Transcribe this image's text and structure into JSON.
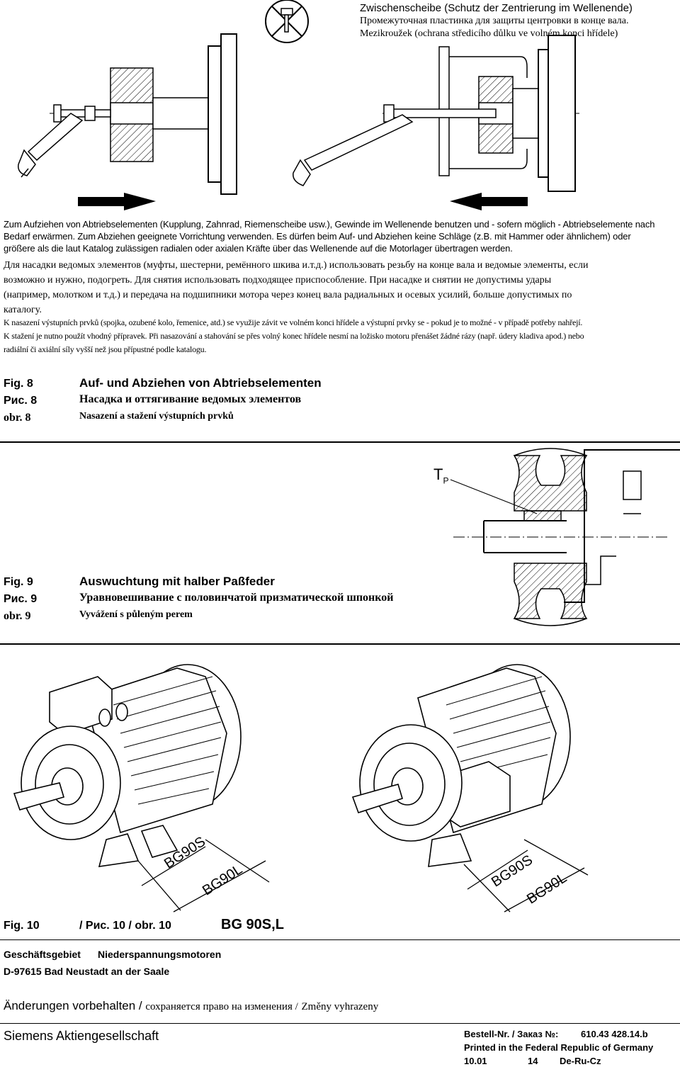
{
  "fig8_note": {
    "de": "Zwischenscheibe (Schutz der Zentrierung im Wellenende)",
    "ru": "Промежуточная пластинка для защиты центровки в конце вала.",
    "cz": "Mezikroužek (ochrana středicího důlku ve volném konci hřídele)"
  },
  "mount_text": {
    "de_line1": "Zum Aufziehen von Abtriebselementen (Kupplung, Zahnrad, Riemenscheibe usw.), Gewinde im Wellenende benutzen und - sofern möglich - Abtriebselemente nach",
    "de_line2": "Bedarf erwärmen. Zum Abziehen geeignete Vorrichtung verwenden. Es dürfen beim Auf- und Abziehen keine Schläge (z.B. mit Hammer oder ähnlichem) oder",
    "de_line3": "größere als die laut Katalog zulässigen radialen oder axialen Kräfte über das Wellenende auf die Motorlager übertragen werden.",
    "ru_line1": "Для насадки ведомых элементов (муфты, шестерни, ремённого шкива и.т.д.) использовать резьбу на конце вала и ведомые элементы, если",
    "ru_line2": "возможно и нужно, подогреть. Для снятия использовать подходящее приспособление. При насадке и снятии не допустимы удары",
    "ru_line3": "(например, молотком и т.д.) и передача на подшипники мотора через конец вала радиальных и осевых усилий, больше допустимых по",
    "ru_line4": "каталогу.",
    "cz_line1": "K nasazení výstupních prvků (spojka, ozubené kolo, řemenice, atd.) se využije závit ve volném konci hřídele a výstupní prvky se - pokud je to možné - v případě potřeby nahřejí.",
    "cz_line2": "K stažení je nutno použít vhodný přípravek. Při nasazování a stahování se přes volný konec hřídele nesmí na ložisko motoru přenášet žádné rázy (např. údery kladiva apod.) nebo",
    "cz_line3": "radiální či axiální síly vyšší než jsou přípustné podle katalogu."
  },
  "fig8": {
    "label_de": "Fig. 8",
    "label_ru": "Рис. 8",
    "label_cz": "obr. 8",
    "title_de": "Auf- und Abziehen von Abtriebselementen",
    "title_ru": "Насадка и оттягивание ведомых элементов",
    "title_cz": "Nasazení a stažení výstupních prvků"
  },
  "fig9": {
    "label_de": "Fig. 9",
    "label_ru": "Рис. 9",
    "label_cz": "obr. 9",
    "title_de": "Auswuchtung mit halber Paßfeder",
    "title_ru": "Уравновешивание с половинчатой призматической шпонкой",
    "title_cz": "Vyvážení s půleným perem",
    "tp_main": "T",
    "tp_sub": "P"
  },
  "fig10": {
    "motor_left_s": "BG90S",
    "motor_left_l": "BG90L",
    "motor_right_s": "BG90S",
    "motor_right_l": "BG90L",
    "label": "Fig. 10",
    "label_ru_cz": "/ Рис. 10 / obr.  10",
    "title": "BG 90S,L"
  },
  "footer": {
    "division_label": "Geschäftsgebiet",
    "division_value": "Niederspannungsmotoren",
    "address": "D-97615  Bad Neustadt  an  der  Saale",
    "changes_de": "Änderungen vorbehalten /",
    "changes_ru": "сохраняется право на изменения /",
    "changes_cz": "Změny vyhrazeny",
    "company": "Siemens Aktiengesellschaft",
    "order_label": "Bestell-Nr. / Заказ №:",
    "order_number": "610.43 428.14.b",
    "printed": "Printed in the Federal Republic of Germany",
    "date": "10.01",
    "page": "14",
    "lang": "De-Ru-Cz"
  }
}
